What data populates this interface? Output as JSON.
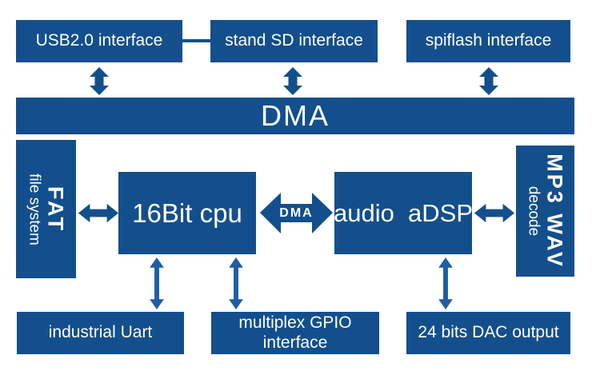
{
  "colors": {
    "block_blue": "#134f8c",
    "arrow_blue_light": "#1e5ea6",
    "text_white": "#ffffff",
    "background": "#ffffff"
  },
  "top_row": {
    "usb_label": "USB2.0 interface",
    "sd_label": "stand SD interface",
    "spiflash_label": "spiflash interface"
  },
  "dma_bus": {
    "label": "DMA"
  },
  "middle_row": {
    "fat": {
      "title": "FAT",
      "subtitle": "file system"
    },
    "cpu_label": "16Bit cpu",
    "dma_channel_label": "DMA",
    "adsp_label": "audio  aDSP",
    "mp3": {
      "title": "MP3 WAV",
      "subtitle": "decode"
    }
  },
  "bottom_row": {
    "uart_label": "industrial Uart",
    "gpio_label": "multiplex GPIO interface",
    "dac_label": "24 bits DAC output"
  },
  "icons": {
    "vertical_double_arrow": "⬍",
    "horizontal_double_arrow": "⬌"
  }
}
